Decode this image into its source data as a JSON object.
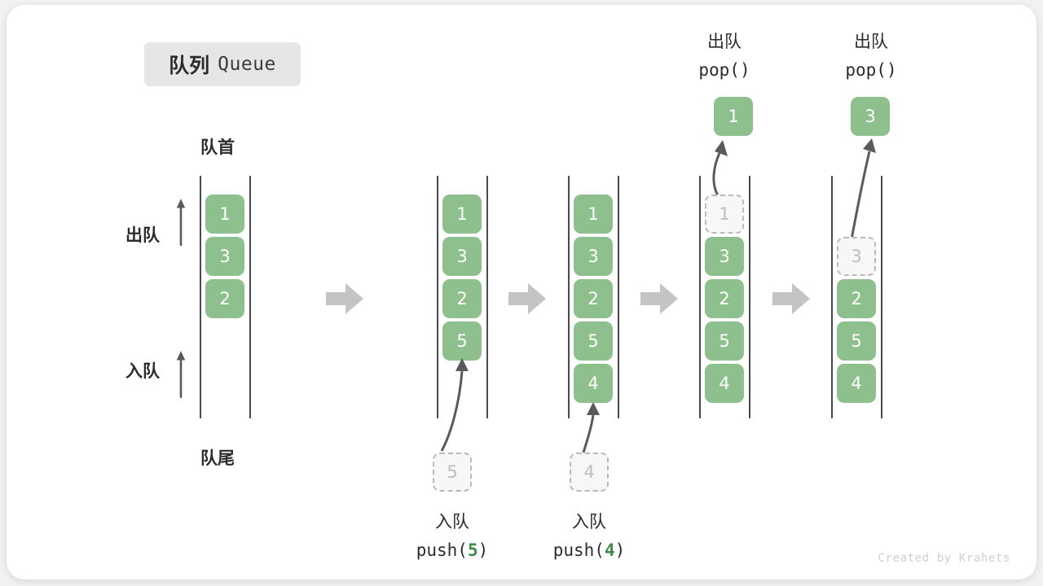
{
  "title": {
    "cn": "队列",
    "en": "Queue"
  },
  "labels": {
    "front": "队首",
    "rear": "队尾",
    "dequeue": "出队",
    "enqueue": "入队"
  },
  "watermark": "Created by Krahets",
  "colors": {
    "cell_fill": "#8dc08c",
    "cell_text": "#ffffff",
    "ghost_fill": "#f7f7f7",
    "ghost_border": "#b9b9b9",
    "ghost_text": "#bdbdbd",
    "rail": "#4a4a4a",
    "arrow": "#5a5a5a",
    "block_arrow": "#c4c4c4",
    "accent_number": "#3d8b46",
    "badge_bg": "#e6e6e6",
    "text": "#2b2b2b"
  },
  "steps": [
    {
      "id": "initial",
      "cells": [
        {
          "value": "1",
          "state": "filled"
        },
        {
          "value": "3",
          "state": "filled"
        },
        {
          "value": "2",
          "state": "filled"
        }
      ],
      "operation_cn": "",
      "operation_code": "",
      "operation_arg": "",
      "incoming": null,
      "outgoing": null
    },
    {
      "id": "push-5",
      "cells": [
        {
          "value": "1",
          "state": "filled"
        },
        {
          "value": "3",
          "state": "filled"
        },
        {
          "value": "2",
          "state": "filled"
        },
        {
          "value": "5",
          "state": "filled"
        }
      ],
      "operation_cn": "入队",
      "operation_code_prefix": "push(",
      "operation_arg": "5",
      "operation_code_suffix": ")",
      "incoming": "5",
      "outgoing": null
    },
    {
      "id": "push-4",
      "cells": [
        {
          "value": "1",
          "state": "filled"
        },
        {
          "value": "3",
          "state": "filled"
        },
        {
          "value": "2",
          "state": "filled"
        },
        {
          "value": "5",
          "state": "filled"
        },
        {
          "value": "4",
          "state": "filled"
        }
      ],
      "operation_cn": "入队",
      "operation_code_prefix": "push(",
      "operation_arg": "4",
      "operation_code_suffix": ")",
      "incoming": "4",
      "outgoing": null
    },
    {
      "id": "pop-1",
      "cells": [
        {
          "value": "1",
          "state": "ghost"
        },
        {
          "value": "3",
          "state": "filled"
        },
        {
          "value": "2",
          "state": "filled"
        },
        {
          "value": "5",
          "state": "filled"
        },
        {
          "value": "4",
          "state": "filled"
        }
      ],
      "operation_cn": "出队",
      "operation_code_prefix": "pop(",
      "operation_arg": "",
      "operation_code_suffix": ")",
      "incoming": null,
      "outgoing": "1"
    },
    {
      "id": "pop-3",
      "cells": [
        {
          "value": "3",
          "state": "ghost"
        },
        {
          "value": "2",
          "state": "filled"
        },
        {
          "value": "5",
          "state": "filled"
        },
        {
          "value": "4",
          "state": "filled"
        }
      ],
      "operation_cn": "出队",
      "operation_code_prefix": "pop(",
      "operation_arg": "",
      "operation_code_suffix": ")",
      "incoming": null,
      "outgoing": "3"
    }
  ]
}
